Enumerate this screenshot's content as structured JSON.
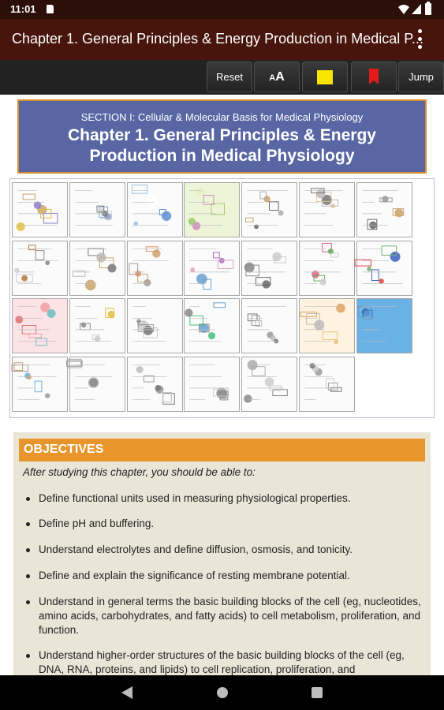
{
  "status_bar": {
    "time": "11:01"
  },
  "app_bar": {
    "title": "Chapter 1. General Principles & Energy Production in Medical P..."
  },
  "toolbar": {
    "reset_label": "Reset",
    "font_small": "A",
    "font_big": "A",
    "jump_label": "Jump",
    "highlight_color": "#f7e600",
    "bookmark_color": "#e31b1b"
  },
  "banner": {
    "section": "SECTION I: Cellular & Molecular Basis for Medical Physiology",
    "chapter": "Chapter 1. General Principles & Energy Production in Medical Physiology"
  },
  "figures": {
    "thumbnails": [
      "figure-1",
      "figure-2",
      "figure-3",
      "figure-4",
      "figure-5",
      "figure-6",
      "figure-7",
      "figure-8",
      "figure-9",
      "figure-10",
      "figure-11",
      "figure-12",
      "figure-13",
      "figure-14",
      "figure-15",
      "figure-16",
      "figure-17",
      "figure-18",
      "figure-19",
      "figure-20",
      "figure-21",
      "figure-22",
      "figure-23",
      "figure-24",
      "figure-25",
      "figure-26",
      "figure-27"
    ]
  },
  "objectives": {
    "header": "OBJECTIVES",
    "intro": "After studying this chapter, you should be able to:",
    "items": [
      "Define functional units used in measuring physiological properties.",
      "Define pH and buffering.",
      "Understand electrolytes and define diffusion, osmosis, and tonicity.",
      "Define and explain the significance of resting membrane potential.",
      "Understand in general terms the basic building blocks of the cell (eg, nucleotides, amino acids, carbohydrates, and fatty acids) to cell metabolism, proliferation, and function.",
      "Understand higher-order structures of the basic building blocks of the cell (eg, DNA, RNA, proteins, and lipids) to cell replication, proliferation, and"
    ]
  },
  "colors": {
    "status_bar": "#2b0f08",
    "app_bar": "#47150b",
    "banner_bg": "#5866a3",
    "banner_border": "#d68e2b",
    "objectives_header": "#e8962c",
    "objectives_bg": "#e9e6d8"
  }
}
